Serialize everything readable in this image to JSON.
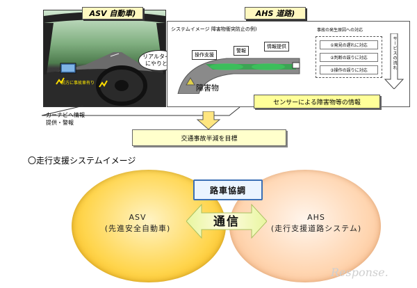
{
  "top": {
    "asv_tag": "ASV 自動車)",
    "ahs_tag": "AHS 道路)",
    "system_image_title": "システムイメージ 障害物衝突防止の例)",
    "cause_title": "事故の発生原因への対応",
    "callouts": {
      "operation_support": "操作支援",
      "warning": "警報",
      "info_provision": "情報提供"
    },
    "realtime_line1": "リアルタイム",
    "realtime_line2": "にやりとり",
    "obstacle": "障害物",
    "dashboard_warning": "前方に事故車有り",
    "right_items": [
      "①発見の遅れに対応",
      "②判断の誤りに対応",
      "③操作の誤りに対応"
    ],
    "service_flow": "サービスの流れ",
    "sensor_info": "センサーによる障害物等の情報",
    "carnavi_line1": "カーナビへ情報",
    "carnavi_line2": "提供・警報",
    "goal": "交通事故半減を目標"
  },
  "bottom": {
    "section_title": "〇走行支援システムイメージ",
    "asv_line1": "ASV",
    "asv_line2": "(先進安全自動車)",
    "ahs_line1": "AHS",
    "ahs_line2": "(走行支援道路システム)",
    "road_vehicle": "路車協調",
    "communication": "通信",
    "watermark": "Response."
  },
  "colors": {
    "asv_circle": "#ffd54d",
    "ahs_circle": "#ffd5b0",
    "goal_box": "#ffffcc",
    "sensor_box": "#ffff99",
    "rokyo_border": "#3a6fb5"
  }
}
